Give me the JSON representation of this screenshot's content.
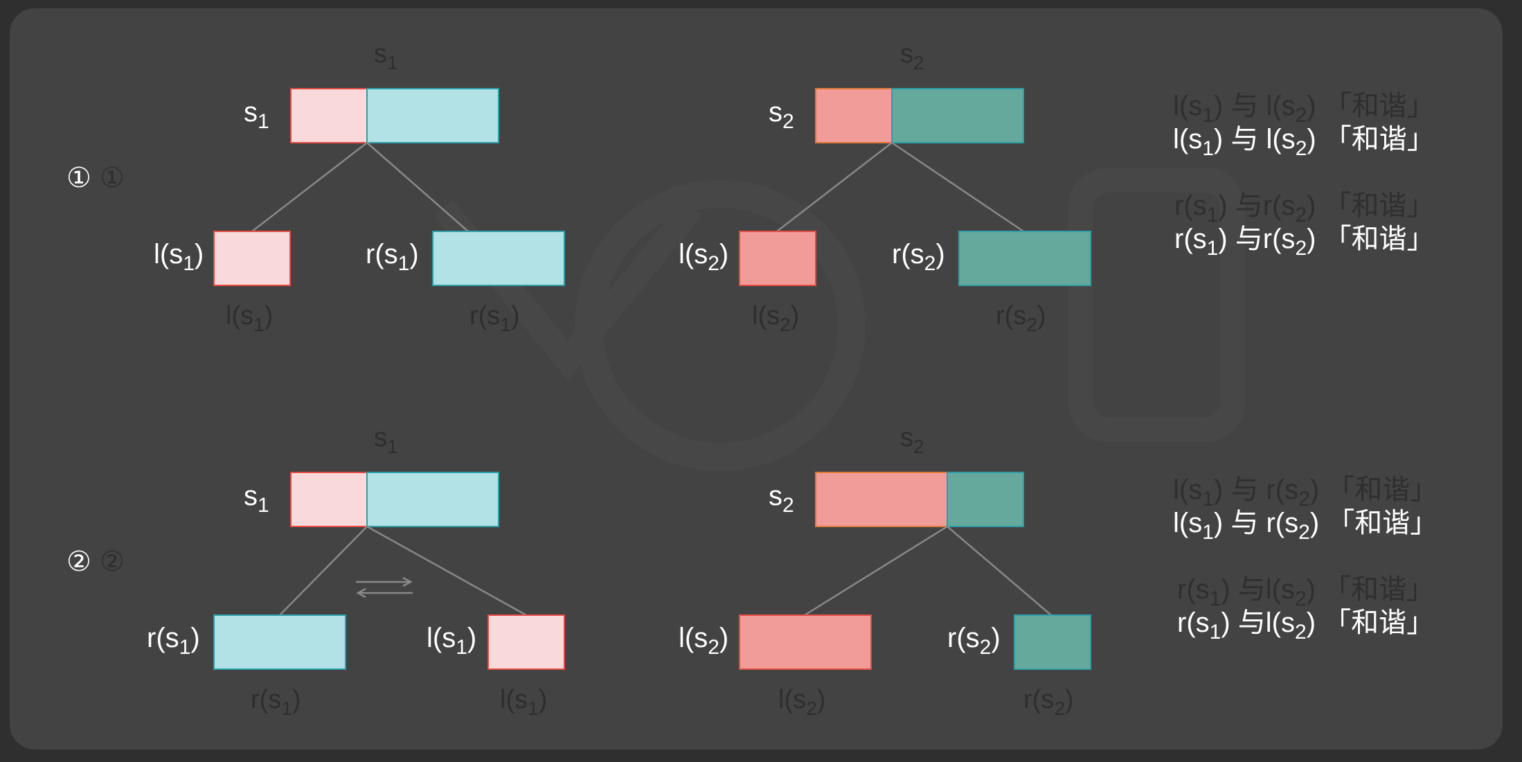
{
  "colors": {
    "background": "#2f2f2f",
    "panel": "#434343",
    "s1_left_fill": "#f9d9d9",
    "s1_right_fill": "#b2e2e6",
    "s2_left_fill": "#f19c98",
    "s2_right_fill": "#65a99c",
    "line": "#888888",
    "ghost_text": "#2e2e2e",
    "text": "#ffffff"
  },
  "rows": [
    {
      "marker": "①",
      "marker_ghost": "①",
      "s1": {
        "ghost_label": "s",
        "ghost_sub": "1",
        "node_label": "s",
        "node_sub": "1",
        "left_ratio": 0.37
      },
      "s1_children": {
        "left": {
          "name": "l",
          "sub": "1",
          "ghost_name": "l",
          "ghost_sub": "1"
        },
        "right": {
          "name": "r",
          "sub": "1",
          "ghost_name": "r",
          "ghost_sub": "1"
        }
      },
      "s2": {
        "ghost_label": "s",
        "ghost_sub": "2",
        "node_label": "s",
        "node_sub": "2",
        "left_ratio": 0.37
      },
      "s2_children": {
        "left": {
          "name": "l",
          "sub": "2",
          "ghost_name": "l",
          "ghost_sub": "2"
        },
        "right": {
          "name": "r",
          "sub": "2",
          "ghost_name": "r",
          "ghost_sub": "2"
        }
      },
      "statements": [
        {
          "a": "l",
          "a_sub": "1",
          "conn": "与",
          "b": "l",
          "b_sub": "2",
          "tail": "「和谐」"
        },
        {
          "a": "r",
          "a_sub": "1",
          "conn": "与",
          "b": "r",
          "b_sub": "2",
          "tail": "「和谐」"
        }
      ]
    },
    {
      "marker": "②",
      "marker_ghost": "②",
      "swap_icon": "swap-arrows-icon",
      "s1": {
        "ghost_label": "s",
        "ghost_sub": "1",
        "node_label": "s",
        "node_sub": "1",
        "left_ratio": 0.37
      },
      "s1_children": {
        "left": {
          "name": "r",
          "sub": "1",
          "ghost_name": "r",
          "ghost_sub": "1"
        },
        "right": {
          "name": "l",
          "sub": "1",
          "ghost_name": "l",
          "ghost_sub": "1"
        }
      },
      "s2": {
        "ghost_label": "s",
        "ghost_sub": "2",
        "node_label": "s",
        "node_sub": "2",
        "left_ratio": 0.63
      },
      "s2_children": {
        "left": {
          "name": "l",
          "sub": "2",
          "ghost_name": "l",
          "ghost_sub": "2"
        },
        "right": {
          "name": "r",
          "sub": "2",
          "ghost_name": "r",
          "ghost_sub": "2"
        }
      },
      "statements": [
        {
          "a": "l",
          "a_sub": "1",
          "conn": "与",
          "b": "r",
          "b_sub": "2",
          "tail": "「和谐」"
        },
        {
          "a": "r",
          "a_sub": "1",
          "conn": "与",
          "b": "l",
          "b_sub": "2",
          "tail": "「和谐」"
        }
      ]
    }
  ]
}
